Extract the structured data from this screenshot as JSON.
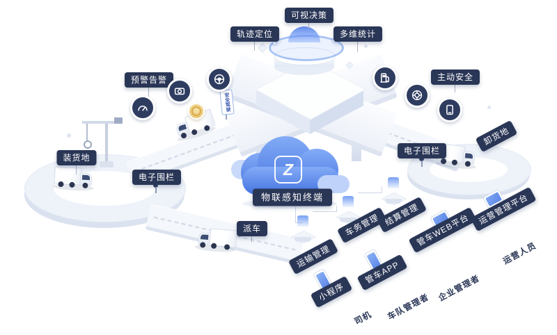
{
  "colors": {
    "badge_bg": "#2a3656",
    "cloud_blue_dark": "#4b79e3",
    "cloud_blue_light": "#83abf6",
    "platform_light": "#eef2f8",
    "platform_side": "#dde4f0",
    "coin_gold": "#e7bd62"
  },
  "badges": {
    "visual_decision": "可视决策",
    "track_location": "轨迹定位",
    "multi_stats": "多维统计",
    "warning_alert": "预警告警",
    "active_safety": "主动安全",
    "loading_site": "装货地",
    "fence_left": "电子围栏",
    "fence_right": "电子围栏",
    "unloading_site": "卸货地",
    "dispatch": "派车",
    "iot_terminal": "物联感知终端",
    "transport_mgmt": "运输管理",
    "vehicle_affairs": "车务管理",
    "settlement": "结算管理",
    "web_platform": "管车WEB平台",
    "operation_platform": "运营管理平台",
    "mini_program": "小程序",
    "vehicle_app": "管车APP"
  },
  "roles": {
    "driver": "司机",
    "fleet_manager": "车队管理者",
    "enterprise_manager": "企业管理者",
    "operator": "运营人员"
  },
  "signs": {
    "safe_driving": "安全驾驶"
  },
  "cloud_logo": "Z",
  "icons": {
    "left_cluster": [
      "gauge-icon",
      "dashcam-icon",
      "steering-wheel-icon",
      "coin-icon"
    ],
    "right_cluster": [
      "fuel-icon",
      "tire-icon",
      "device-icon"
    ]
  }
}
